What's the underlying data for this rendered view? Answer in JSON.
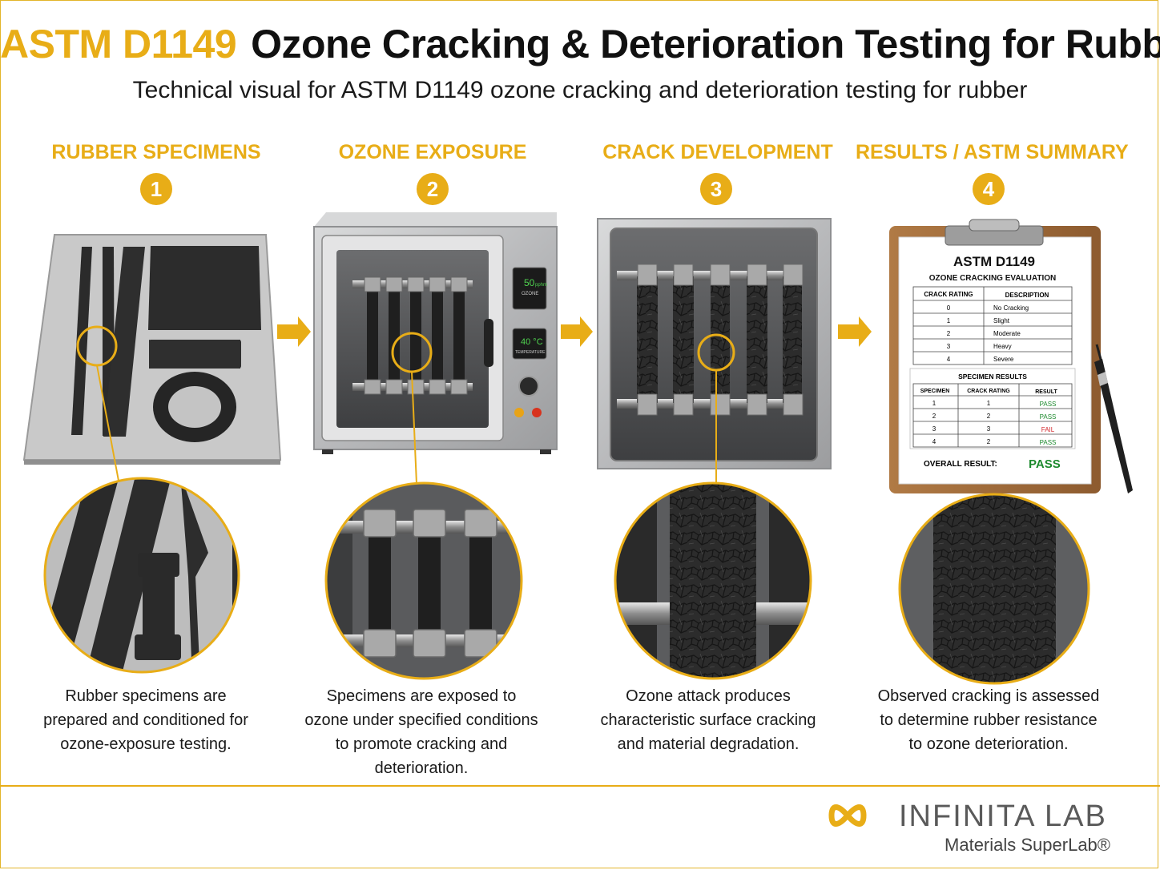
{
  "header": {
    "title_accent": "ASTM D1149",
    "title_main": "Ozone Cracking & Deterioration Testing for Rubber",
    "subtitle": "Technical visual for ASTM D1149 ozone cracking and deterioration testing for rubber"
  },
  "colors": {
    "accent": "#e8ad17",
    "pass": "#1d8a2e",
    "fail": "#d3262b"
  },
  "steps": [
    {
      "num": "1",
      "title": "RUBBER SPECIMENS",
      "caption_lines": [
        "Rubber specimens are",
        "prepared and conditioned for",
        "ozone-exposure testing."
      ]
    },
    {
      "num": "2",
      "title": "OZONE EXPOSURE",
      "caption_lines": [
        "Specimens are exposed to",
        "ozone under specified conditions",
        "to promote cracking and",
        "deterioration."
      ]
    },
    {
      "num": "3",
      "title": "CRACK DEVELOPMENT",
      "caption_lines": [
        "Ozone attack produces",
        "characteristic surface cracking",
        "and material degradation."
      ]
    },
    {
      "num": "4",
      "title": "RESULTS / ASTM SUMMARY",
      "caption_lines": [
        "Observed cracking is assessed",
        "to determine rubber resistance",
        "to ozone deterioration."
      ]
    }
  ],
  "chamber": {
    "display1_value": "50",
    "display1_unit": "pphm",
    "display1_label": "OZONE",
    "display2_value": "40 °C",
    "display2_label": "TEMPERATURE"
  },
  "report": {
    "title": "ASTM D1149",
    "subtitle": "OZONE CRACKING EVALUATION",
    "rating_headers": [
      "CRACK RATING",
      "DESCRIPTION"
    ],
    "ratings": [
      [
        "0",
        "No Cracking"
      ],
      [
        "1",
        "Slight"
      ],
      [
        "2",
        "Moderate"
      ],
      [
        "3",
        "Heavy"
      ],
      [
        "4",
        "Severe"
      ]
    ],
    "results_title": "SPECIMEN RESULTS",
    "results_headers": [
      "SPECIMEN",
      "CRACK RATING",
      "RESULT"
    ],
    "results": [
      [
        "1",
        "1",
        "PASS"
      ],
      [
        "2",
        "2",
        "PASS"
      ],
      [
        "3",
        "3",
        "FAIL"
      ],
      [
        "4",
        "2",
        "PASS"
      ]
    ],
    "overall_label": "OVERALL RESULT:",
    "overall_value": "PASS"
  },
  "logo": {
    "name": "INFINITA LAB",
    "tagline": "Materials SuperLab®"
  }
}
